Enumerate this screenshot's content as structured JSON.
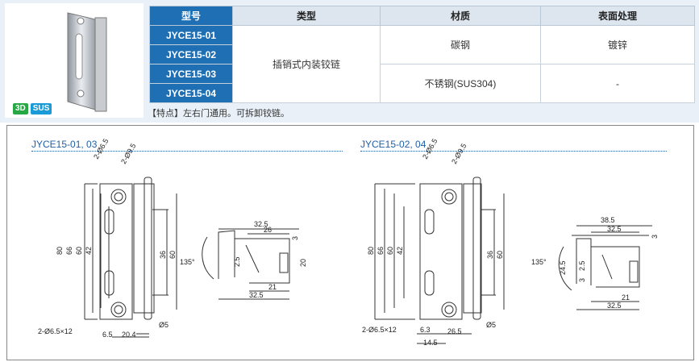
{
  "table": {
    "headers": {
      "model": "型号",
      "type": "类型",
      "material": "材质",
      "finish": "表面处理"
    },
    "models": [
      "JYCE15-01",
      "JYCE15-02",
      "JYCE15-03",
      "JYCE15-04"
    ],
    "type_value": "插销式内装铰链",
    "material_1": "碳钢",
    "material_2": "不锈钢(SUS304)",
    "finish_1": "镀锌",
    "finish_2": "-"
  },
  "badges": {
    "d3": "3D",
    "sus": "SUS"
  },
  "note": "【特点】左右门通用。可拆卸铰链。",
  "drawing_left": {
    "title": "JYCE15-01, 03",
    "dims": {
      "d1": "2-Ø6.5",
      "d2": "2-Ø9.5",
      "h80": "80",
      "h66": "66",
      "h60": "60",
      "h42": "42",
      "h36": "36",
      "h60r": "60",
      "hole": "2-Ø6.5×12",
      "w65": "6.5",
      "w204": "20.4",
      "pin": "Ø5",
      "s325": "32.5",
      "s26": "26",
      "s3": "3",
      "s25": "2.5",
      "s20": "20",
      "s21": "21",
      "s325b": "32.5",
      "angle": "135°"
    }
  },
  "drawing_right": {
    "title": "JYCE15-02, 04",
    "dims": {
      "d1": "2-Ø6.5",
      "d2": "2-Ø9.5",
      "h80": "80",
      "h66": "66",
      "h60": "60",
      "h42": "42",
      "h36": "36",
      "h60r": "60",
      "hole": "2-Ø6.5×12",
      "w63": "6.3",
      "w265": "26.5",
      "w145": "14.5",
      "pin": "Ø5",
      "s385": "38.5",
      "s325": "32.5",
      "s3": "3",
      "s25": "2.5",
      "s245": "24.5",
      "s3b": "3",
      "s21": "21",
      "s325b": "32.5",
      "angle": "135°"
    }
  }
}
